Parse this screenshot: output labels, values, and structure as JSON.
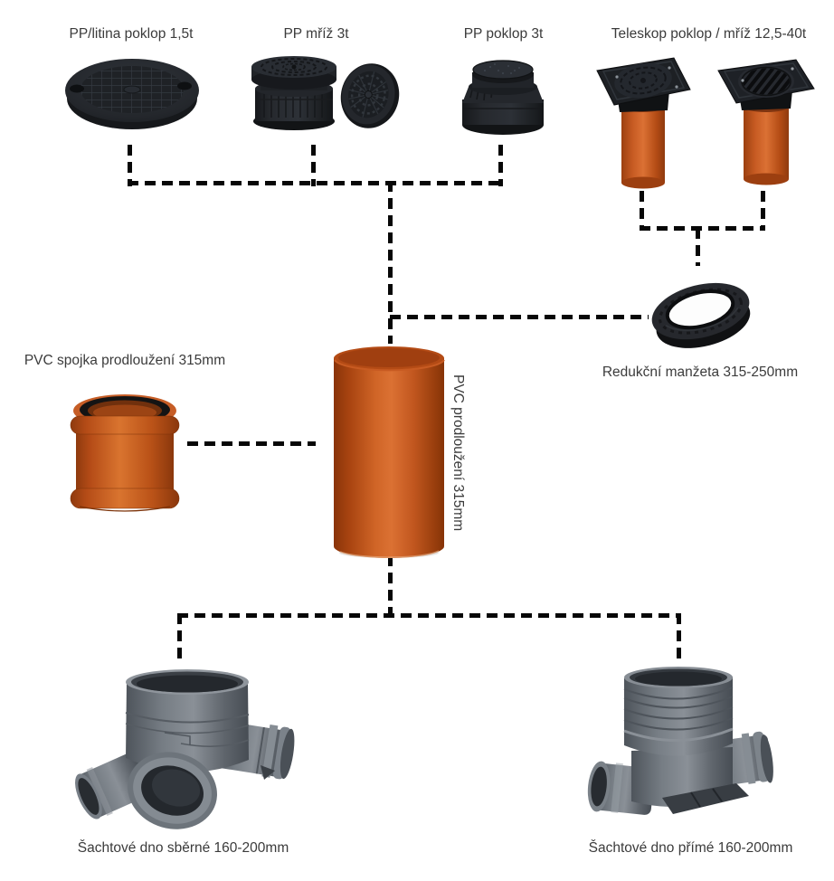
{
  "diagram": {
    "colors": {
      "background": "#ffffff",
      "connector_line": "#070707",
      "label_text": "#3b3b3b",
      "pipe_orange": "#c65a24",
      "cover_black": "#1e2126",
      "fitting_grey": "#767d84"
    },
    "nodes": {
      "pp_litina_poklop": {
        "label": "PP/litina poklop 1,5t"
      },
      "pp_mriz": {
        "label": "PP mříž 3t"
      },
      "pp_poklop": {
        "label": "PP poklop 3t"
      },
      "teleskop": {
        "label": "Teleskop poklop / mříž 12,5-40t"
      },
      "pvc_spojka": {
        "label": "PVC spojka prodloužení 315mm"
      },
      "pvc_prodlouzeni": {
        "label": "PVC prodloužení 315mm"
      },
      "redukcni_manzeta": {
        "label": "Redukční manžeta 315-250mm"
      },
      "sachtove_dno_sberne": {
        "label": "Šachtové dno sběrné 160-200mm"
      },
      "sachtove_dno_prime": {
        "label": "Šachtové dno přímé 160-200mm"
      }
    }
  }
}
